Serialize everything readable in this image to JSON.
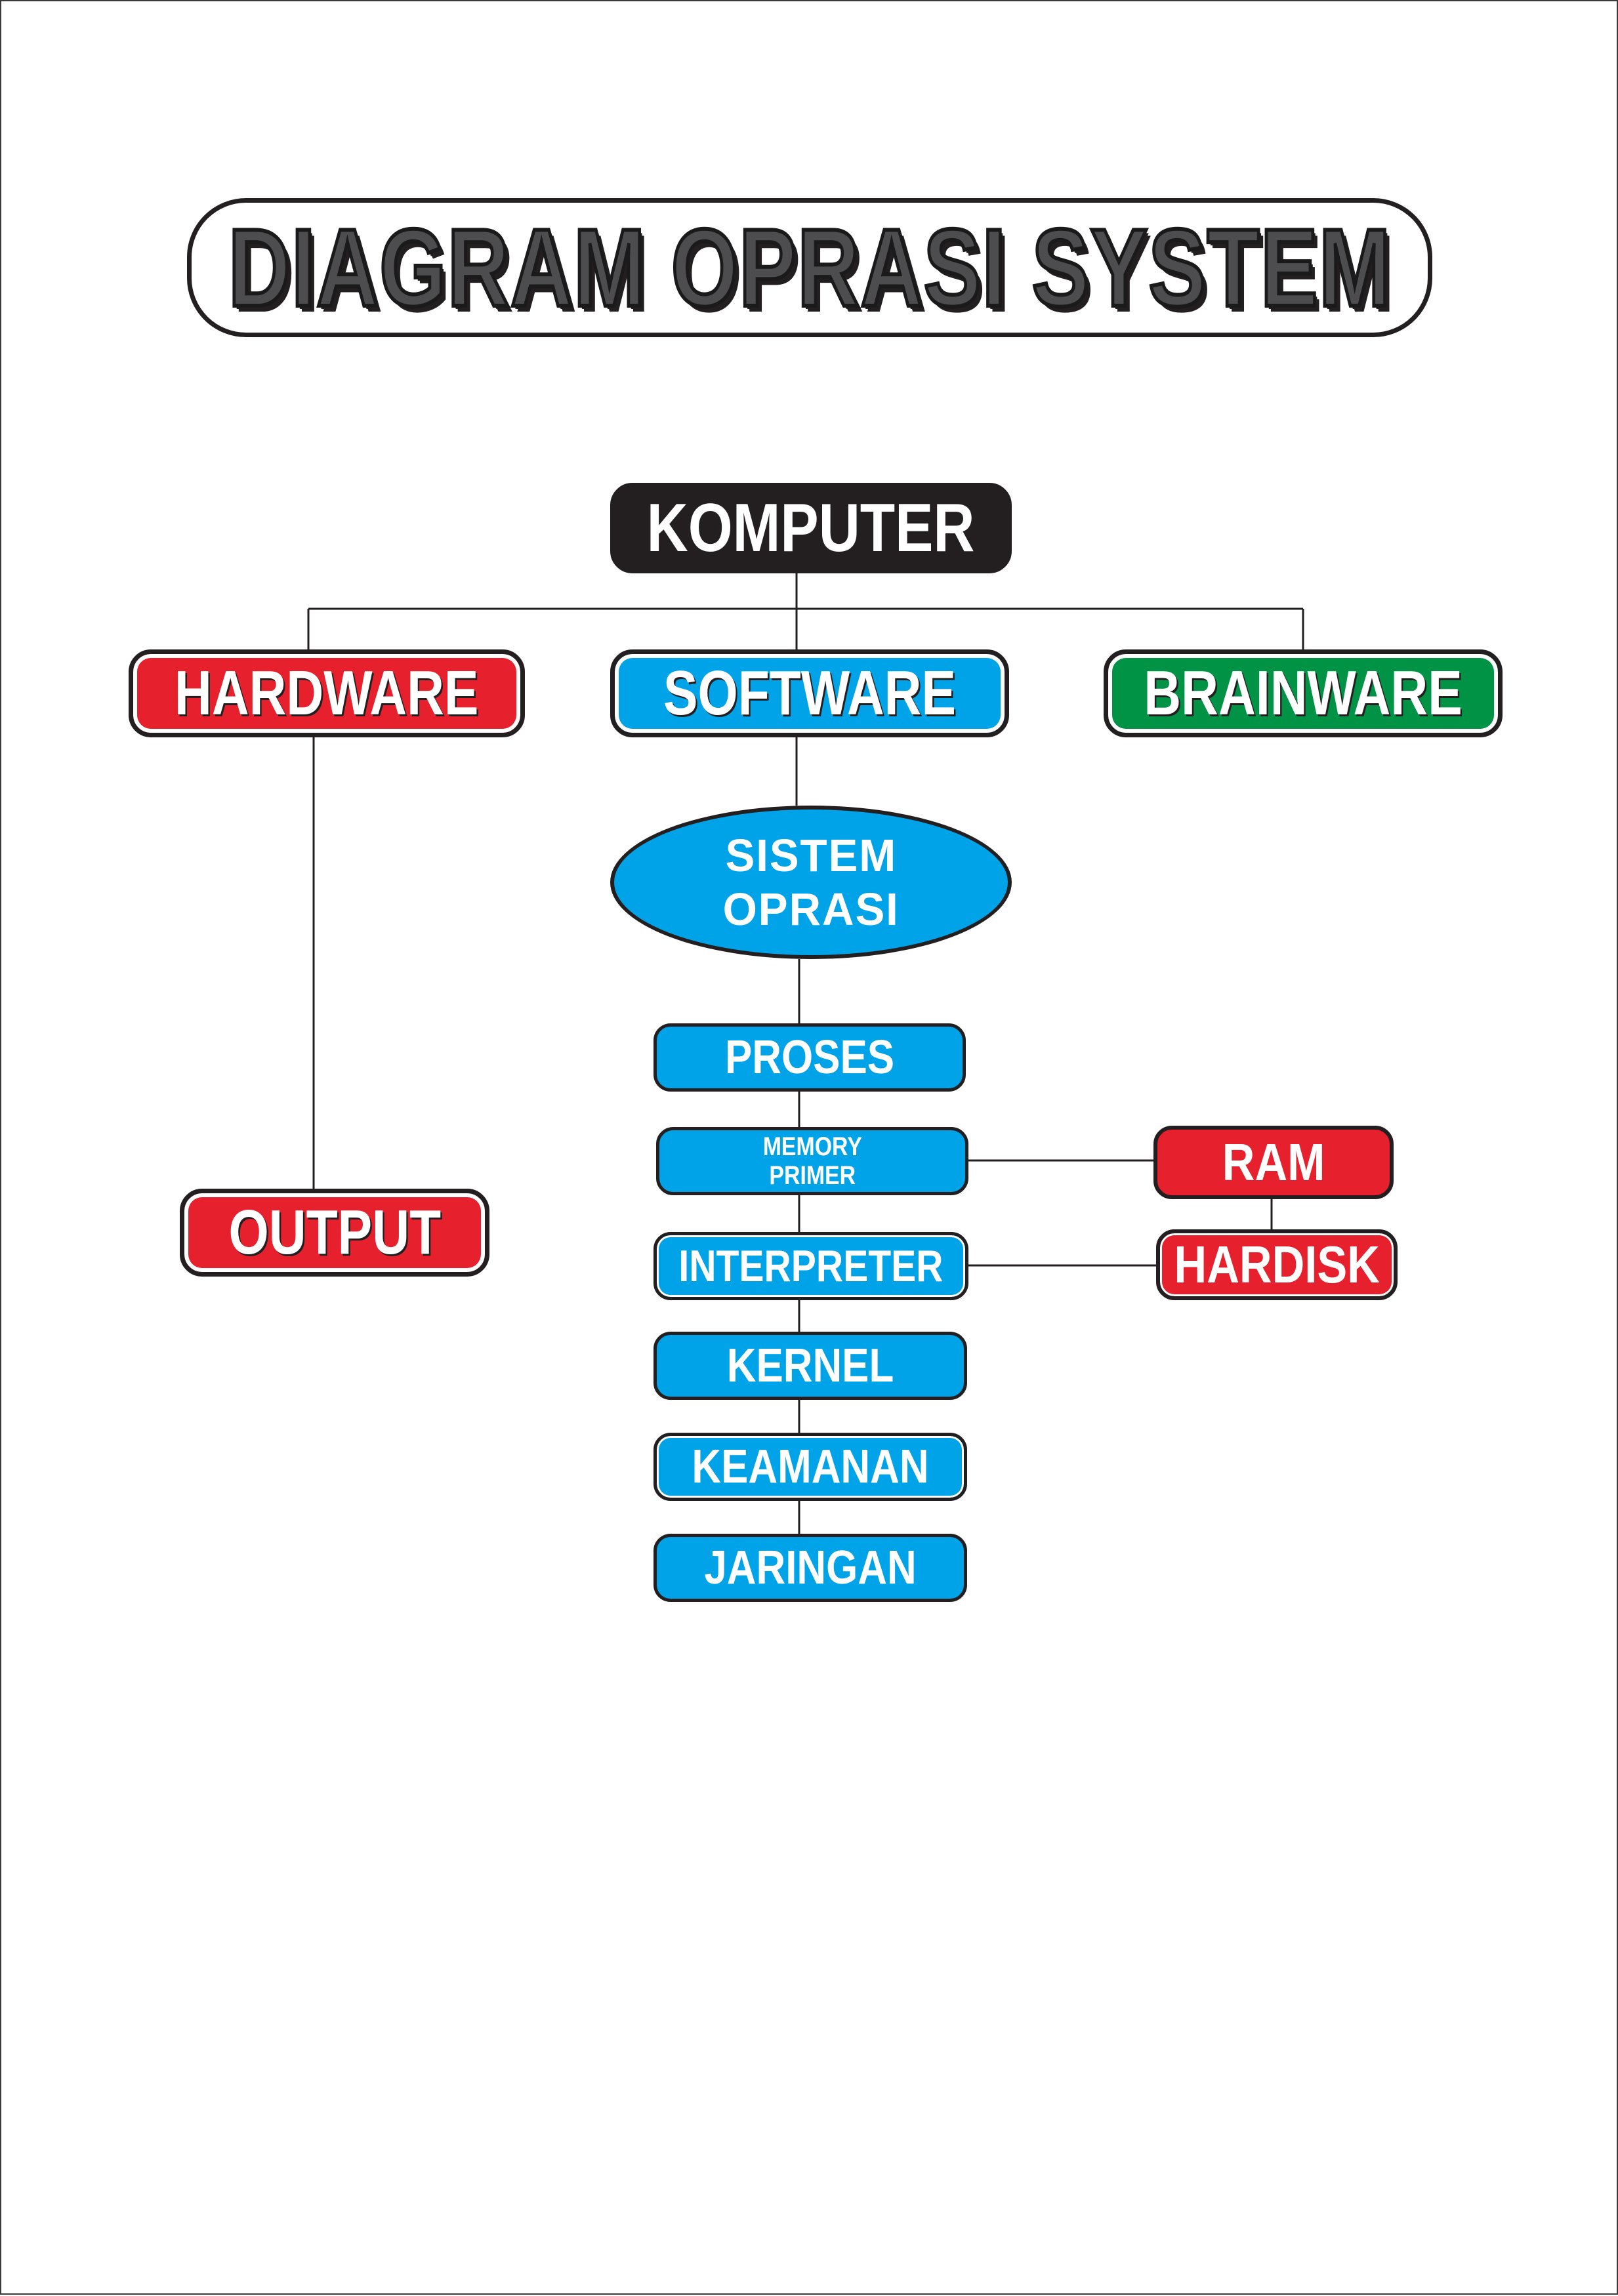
{
  "title": "DIAGRAM OPRASI SYSTEM",
  "root": "KOMPUTER",
  "branches": {
    "hardware": "HARDWARE",
    "software": "SOFTWARE",
    "brainware": "BRAINWARE"
  },
  "hardware_child": "OUTPUT",
  "sistem_oprasi": {
    "line1": "SISTEM",
    "line2": "OPRASI"
  },
  "software_chain": {
    "proses": "PROSES",
    "memory_line1": "MEMORY",
    "memory_line2": "PRIMER",
    "interpreter": "INTERPRETER",
    "kernel": "KERNEL",
    "keamanan": "KEAMANAN",
    "jaringan": "JARINGAN"
  },
  "storage": {
    "ram": "RAM",
    "hardisk": "HARDISK"
  },
  "colors": {
    "outline": "#231f20",
    "red": "#e6202d",
    "blue": "#00a3e8",
    "green": "#009245",
    "title_fill": "#4d4d4f"
  }
}
